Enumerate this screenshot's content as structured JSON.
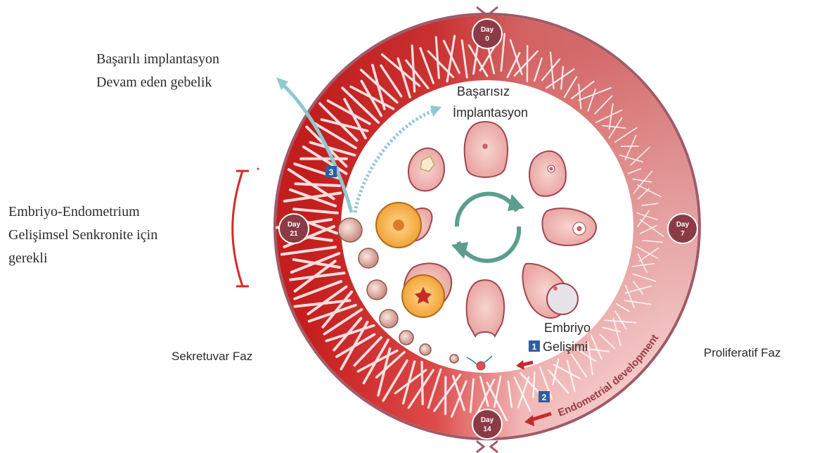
{
  "labels": {
    "success_line1": "Başarılı implantasyon",
    "success_line2": "Devam eden gebelik",
    "failed_line1": "Başarısız",
    "failed_line2": "İmplantasyon",
    "sync_line1": "Embriyo-Endometrium",
    "sync_line2": "Gelişimsel Senkronite için",
    "sync_line3": "gerekli",
    "secretory_phase": "Sekretuvar Faz",
    "proliferative_phase": "Proliferatif Faz",
    "embryo_line1": "Embriyo",
    "embryo_line2": "Gelişimi",
    "endometrial_development": "Endometrial development"
  },
  "days": [
    {
      "label": "Day",
      "value": "0"
    },
    {
      "label": "Day",
      "value": "7"
    },
    {
      "label": "Day",
      "value": "14"
    },
    {
      "label": "Day",
      "value": "21"
    }
  ],
  "steps": [
    "1",
    "2",
    "3"
  ],
  "colors": {
    "ring_outline": "#a05a68",
    "secretory_red": "#d42a2a",
    "proliferative_pink": "#f3c4c4",
    "day_badge": "#8a3b45",
    "step_badge": "#2f5f9f",
    "cycle_teal": "#5a9e8e",
    "success_arrow": "#8fc9cf",
    "sync_bracket": "#d42a2a"
  }
}
